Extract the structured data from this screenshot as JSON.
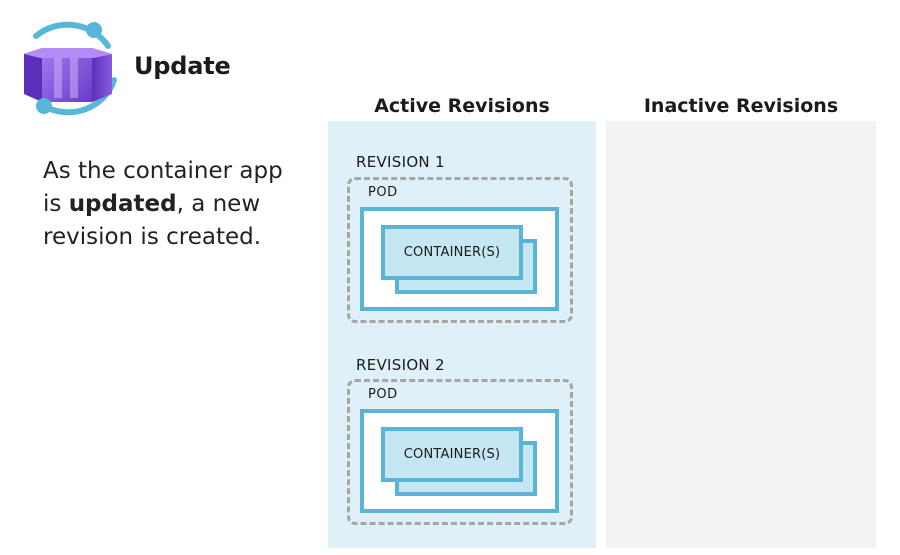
{
  "header": {
    "title": "Update"
  },
  "description": {
    "prefix": "As the container app is ",
    "bold": "updated",
    "suffix": ", a new revision is created."
  },
  "columns": {
    "active": "Active Revisions",
    "inactive": "Inactive Revisions"
  },
  "revisions": [
    {
      "label": "REVISION 1",
      "pod_label": "POD",
      "container_label": "CONTAINER(S)"
    },
    {
      "label": "REVISION  2",
      "pod_label": "POD",
      "container_label": "CONTAINER(S)"
    }
  ],
  "colors": {
    "active_panel": "#e0f0f8",
    "inactive_panel": "#f2f2f2",
    "container_border": "#5ab4d6",
    "container_fill": "#c5e6f3",
    "pod_dash": "#a6a6a6",
    "logo_purple": "#7b4fd6",
    "logo_ring": "#58b6d8"
  }
}
